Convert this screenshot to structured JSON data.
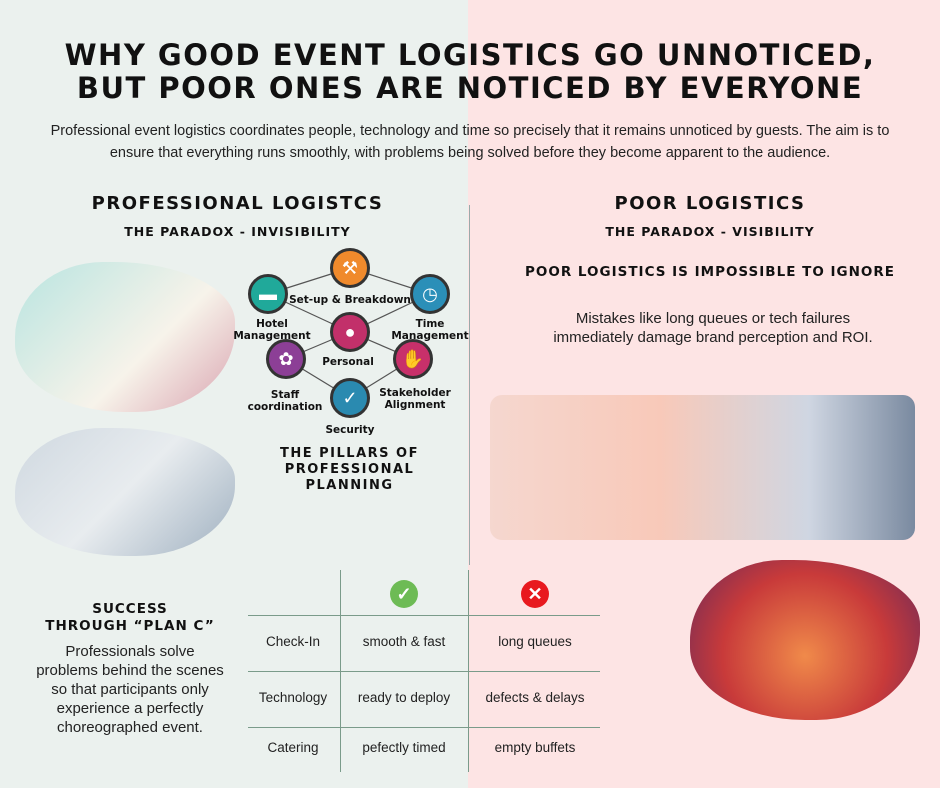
{
  "title": {
    "line1": "WHY GOOD EVENT LOGISTICS GO UNNOTICED,",
    "line2": "BUT POOR ONES ARE NOTICED BY EVERYONE"
  },
  "subtitle": "Professional event logistics coordinates people, technology and time so precisely that it remains unnoticed by guests. The aim is to ensure that everything runs smoothly, with problems being solved before they become apparent to the audience.",
  "left": {
    "heading": "PROFESSIONAL LOGISTCS",
    "subheading": "THE PARADOX - INVISIBILITY",
    "pillars_title": "THE PILLARS OF PROFESSIONAL PLANNING",
    "pillars": [
      {
        "label": "Set-up & Breakdown",
        "icon": "crane-icon",
        "color": "#f08a2c"
      },
      {
        "label": "Hotel Management",
        "icon": "bed-icon",
        "color": "#20a99a"
      },
      {
        "label": "Time Management",
        "icon": "clock-icon",
        "color": "#2b8fb8"
      },
      {
        "label": "Personal",
        "icon": "person-icon",
        "color": "#c2306a"
      },
      {
        "label": "Staff coordination",
        "icon": "award-icon",
        "color": "#8c3f96"
      },
      {
        "label": "Stakeholder Alignment",
        "icon": "handshake-icon",
        "color": "#c8306a"
      },
      {
        "label": "Security",
        "icon": "shield-icon",
        "color": "#2a8ab0"
      }
    ],
    "plan_c": {
      "heading1": "SUCCESS",
      "heading2": "THROUGH “PLAN C”",
      "text": "Professionals solve problems behind the scenes so that participants only experience a perfectly choreographed event."
    }
  },
  "right": {
    "heading": "POOR LOGISTICS",
    "subheading": "THE PARADOX - VISIBILITY",
    "impossible": "POOR LOGISTICS IS IMPOSSIBLE TO IGNORE",
    "text": "Mistakes like long queues or tech failures immediately damage brand perception and ROI."
  },
  "table": {
    "rows": [
      {
        "label": "Check-In",
        "good": "smooth & fast",
        "bad": "long queues"
      },
      {
        "label": "Technology",
        "good": "ready to deploy",
        "bad": "defects & delays"
      },
      {
        "label": "Catering",
        "good": "pefectly timed",
        "bad": "empty buffets"
      }
    ],
    "good_color": "#6dbb55",
    "bad_color": "#e8191f"
  }
}
